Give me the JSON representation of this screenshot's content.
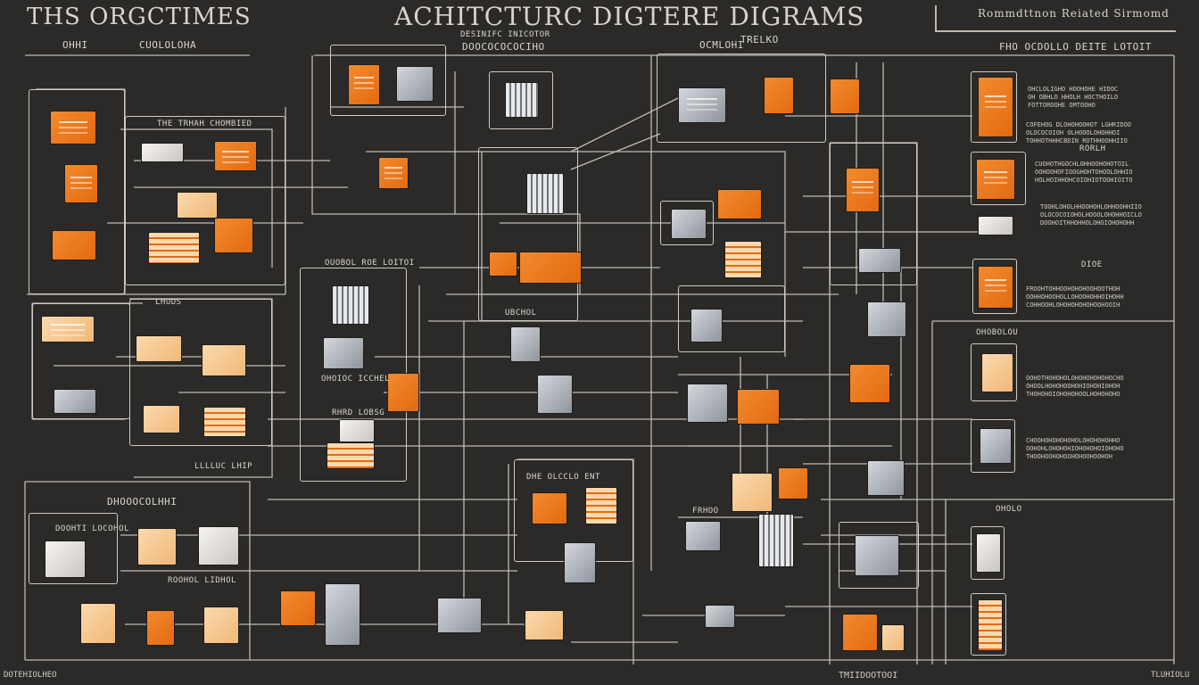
{
  "title_left": "THS ORGCTIMES",
  "title_main": "ACHITCTURC DIGTERE DIGRAMS",
  "stamp_text": "Rommdttnon Reiated Sirmomd",
  "labels": {
    "l1": "OHHI",
    "l2": "CUOLOLOHA",
    "l3": "DESINIFC INICOTOR",
    "l4": "DOOCOCOCOCIHO",
    "l5": "TRELKO",
    "l6": "OCMLOHI",
    "l7": "FHO OCDOLLO DEITE LOTOIT",
    "l8": "THE TRHAH CHOMBIED",
    "l9": "OUOBOL ROE LOITOI",
    "l10": "UBCHOL",
    "l11": "DIOE",
    "l12": "DHOOOCOLHHI",
    "l13": "LLLLUC LHIP",
    "l14": "RHRD LOBSG",
    "l15": "OHOIOC ICCHEL",
    "l16": "DHE OLCCLO ENT",
    "l17": "OHOLO",
    "l18": "OHOBOLOU",
    "l19": "RORLH",
    "l20": "LHUDS",
    "l21": "ROOHOL LIDHOL",
    "l22": "FRHOO",
    "l23": "DOOHTI LOCOHOL"
  },
  "notes": {
    "n1": "OHCLOLIGHO HOOHOHE HIDOC\nOH OBHLO HHOLH HOCTHOILO\nFOTTOROOHE OMTOOHO",
    "n2": "COFEHOG DLOHOHOOHOT LGHRIDOO\nOLOCOCOIOH OLHOOOLOHOHHOI\nTOHHOTHHHCBDIN ROTHHOOHHIIO",
    "n3": "CUOHOTHGOCHLOHHOOHOHOTOIL\nOOHOOHOFIOOGHOHTOHOOLOHHIO\nHOLHOIHHOHCOIOHIOTOOHIOITO",
    "n4": "TOOHLOHOLHHOOHOHLOHHOOHHIIO\nOLOCOCOIOHOLHOOOLOHOHHOICLO\nDOOHOITHHOHHOLOHOIOHOHOHH",
    "n5": "FROOHTOHHOOHOHOHOOHOOTHOH\nOOHHOHOOHOLLOHOOHOHHOIHOHH\nCOHHOOHLOHOHOHOHOHOOHOOIH",
    "n6": "OOHOTHOHOHOLOHOHOHOHOHOCHO\nOHOOLHOHOHOOHOHIOHOHIOHOH\nTHOHOHOIOHOHOHOOLHOHOHOHO",
    "n7": "CHOOHOHOHOHOHOLOHOHOHOHHO\nOOHOHLOHOHOHIOHOHOHOIOHOHO\nTHOOHOOHOHOOHOHOOHOOHOH"
  },
  "footer_left": "DOTEHIOLHEO",
  "footer_mid": "TMIIDOOTOOI",
  "footer_right": "TLUHIOLU",
  "colors": {
    "background": "#2b2a29",
    "line": "#cfcac1",
    "orange": "#e8751a",
    "peach": "#f7c98c",
    "grey": "#a4a9b0"
  }
}
